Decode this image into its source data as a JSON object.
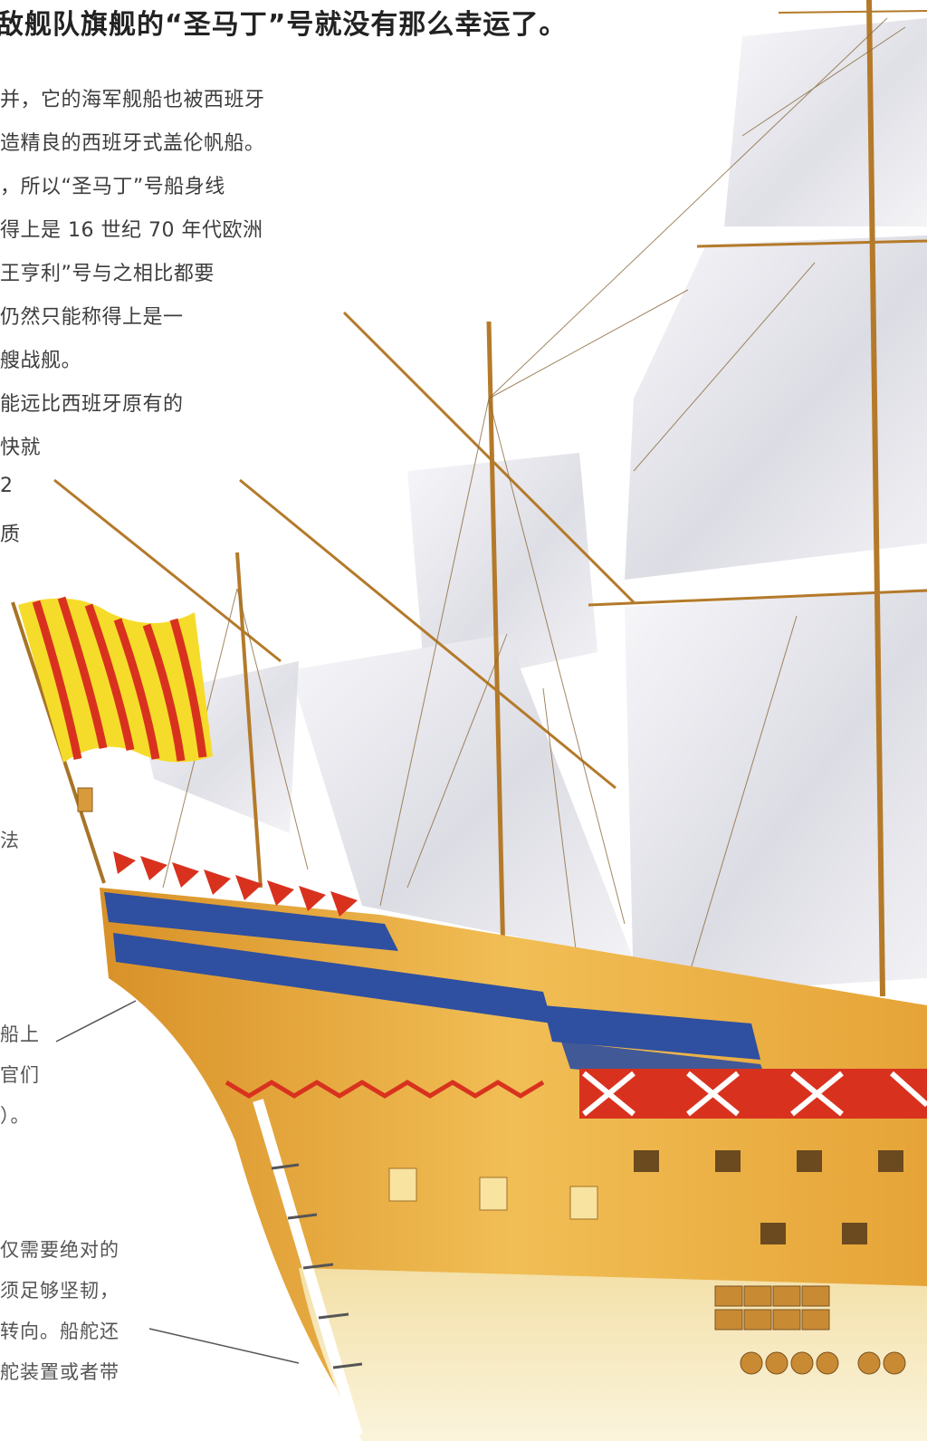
{
  "heading": "敌舰队旗舰的“圣马丁”号就没有那么幸运了。",
  "body_lines": [
    "并，它的海军舰船也被西班牙",
    "造精良的西班牙式盖伦帆船。",
    "，所以“圣马丁”号船身线",
    "得上是 16 世纪 70 年代欧洲",
    "王亨利”号与之相比都要",
    "仍然只能称得上是一",
    "艘战舰。",
    "能远比西班牙原有的",
    "快就",
    "2",
    "质"
  ],
  "caption_fa": "法",
  "caption_stern": [
    "船上",
    "官们",
    "）。"
  ],
  "caption_rudder": [
    "仅需要绝对的",
    "须足够坚韧，",
    "转向。船舵还",
    "舵装置或者带"
  ],
  "colors": {
    "hull": "#e8a93a",
    "hull_light": "#f4cf6e",
    "blue_band": "#2f4fa0",
    "red_stripe": "#d8321f",
    "flag_yellow": "#f6dc2a",
    "sail": "#e9e9ee"
  }
}
